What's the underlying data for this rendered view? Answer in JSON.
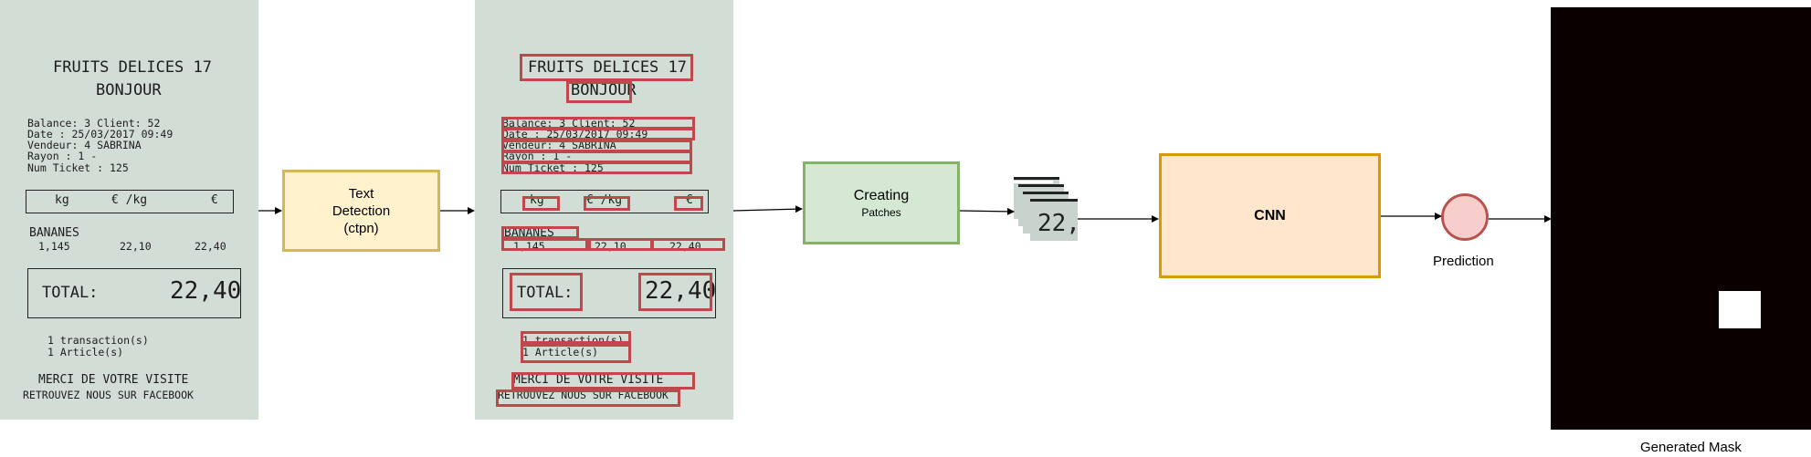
{
  "receipt": {
    "title": "FRUITS DELICES 17",
    "greeting": "BONJOUR",
    "line_balance": "Balance:  3   Client:   52",
    "line_date": "Date : 25/03/2017   09:49",
    "line_vendeur": "Vendeur: 4 SABRINA",
    "line_rayon": "Rayon  :  1 -",
    "line_ticket": "Num Ticket :    125",
    "col_kg": "kg",
    "col_eurokg": "€ /kg",
    "col_euro": "€",
    "item_name": "BANANES",
    "item_qty": "1,145",
    "item_price": "22,10",
    "item_total": "22,40",
    "total_label": "TOTAL:",
    "total_value": "22,40",
    "transactions": "1 transaction(s)",
    "articles": "1 Article(s)",
    "merci": "MERCI DE VOTRE VISITE",
    "facebook": "RETROUVEZ NOUS SUR FACEBOOK"
  },
  "steps": {
    "text_detection": [
      "Text",
      "Detection",
      "(ctpn)"
    ],
    "creating": "Creating",
    "patches": "Patches",
    "patch_sample": "22,",
    "cnn": "CNN",
    "prediction": "Prediction",
    "generated_mask": "Generated Mask"
  },
  "colors": {
    "receipt_bg": "#d2ddd6",
    "highlight": "#c0474c",
    "detection_fill": "#fff2cc",
    "detection_stroke": "#d6b656",
    "patches_fill": "#d5e8d4",
    "patches_stroke": "#82b366",
    "cnn_fill": "#ffe6cc",
    "cnn_stroke": "#d79b00",
    "prediction_fill": "#f8cecc",
    "prediction_stroke": "#b85450",
    "mask_bg": "#0a0000"
  }
}
